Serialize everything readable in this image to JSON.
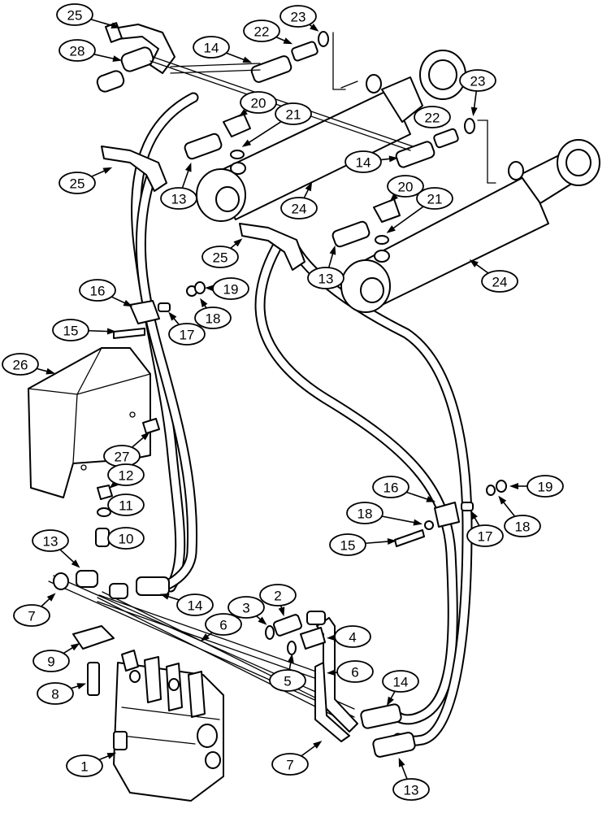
{
  "callouts": [
    {
      "id": "c25a",
      "label": "25"
    },
    {
      "id": "c28",
      "label": "28"
    },
    {
      "id": "c14a",
      "label": "14"
    },
    {
      "id": "c22a",
      "label": "22"
    },
    {
      "id": "c23a",
      "label": "23"
    },
    {
      "id": "c20a",
      "label": "20"
    },
    {
      "id": "c21a",
      "label": "21"
    },
    {
      "id": "c23b",
      "label": "23"
    },
    {
      "id": "c22b",
      "label": "22"
    },
    {
      "id": "c14b",
      "label": "14"
    },
    {
      "id": "c25b",
      "label": "25"
    },
    {
      "id": "c13a",
      "label": "13"
    },
    {
      "id": "c24a",
      "label": "24"
    },
    {
      "id": "c20b",
      "label": "20"
    },
    {
      "id": "c21b",
      "label": "21"
    },
    {
      "id": "c25c",
      "label": "25"
    },
    {
      "id": "c13b",
      "label": "13"
    },
    {
      "id": "c24b",
      "label": "24"
    },
    {
      "id": "c16a",
      "label": "16"
    },
    {
      "id": "c19a",
      "label": "19"
    },
    {
      "id": "c18a",
      "label": "18"
    },
    {
      "id": "c15a",
      "label": "15"
    },
    {
      "id": "c17a",
      "label": "17"
    },
    {
      "id": "c26",
      "label": "26"
    },
    {
      "id": "c27",
      "label": "27"
    },
    {
      "id": "c12",
      "label": "12"
    },
    {
      "id": "c11",
      "label": "11"
    },
    {
      "id": "c10",
      "label": "10"
    },
    {
      "id": "c13c",
      "label": "13"
    },
    {
      "id": "c16b",
      "label": "16"
    },
    {
      "id": "c19b",
      "label": "19"
    },
    {
      "id": "c18b",
      "label": "18"
    },
    {
      "id": "c18c",
      "label": "18"
    },
    {
      "id": "c15b",
      "label": "15"
    },
    {
      "id": "c17b",
      "label": "17"
    },
    {
      "id": "c7a",
      "label": "7"
    },
    {
      "id": "c14c",
      "label": "14"
    },
    {
      "id": "c2",
      "label": "2"
    },
    {
      "id": "c3",
      "label": "3"
    },
    {
      "id": "c6a",
      "label": "6"
    },
    {
      "id": "c4",
      "label": "4"
    },
    {
      "id": "c9",
      "label": "9"
    },
    {
      "id": "c5",
      "label": "5"
    },
    {
      "id": "c6b",
      "label": "6"
    },
    {
      "id": "c14d",
      "label": "14"
    },
    {
      "id": "c8",
      "label": "8"
    },
    {
      "id": "c1",
      "label": "1"
    },
    {
      "id": "c7b",
      "label": "7"
    },
    {
      "id": "c13d",
      "label": "13"
    }
  ]
}
